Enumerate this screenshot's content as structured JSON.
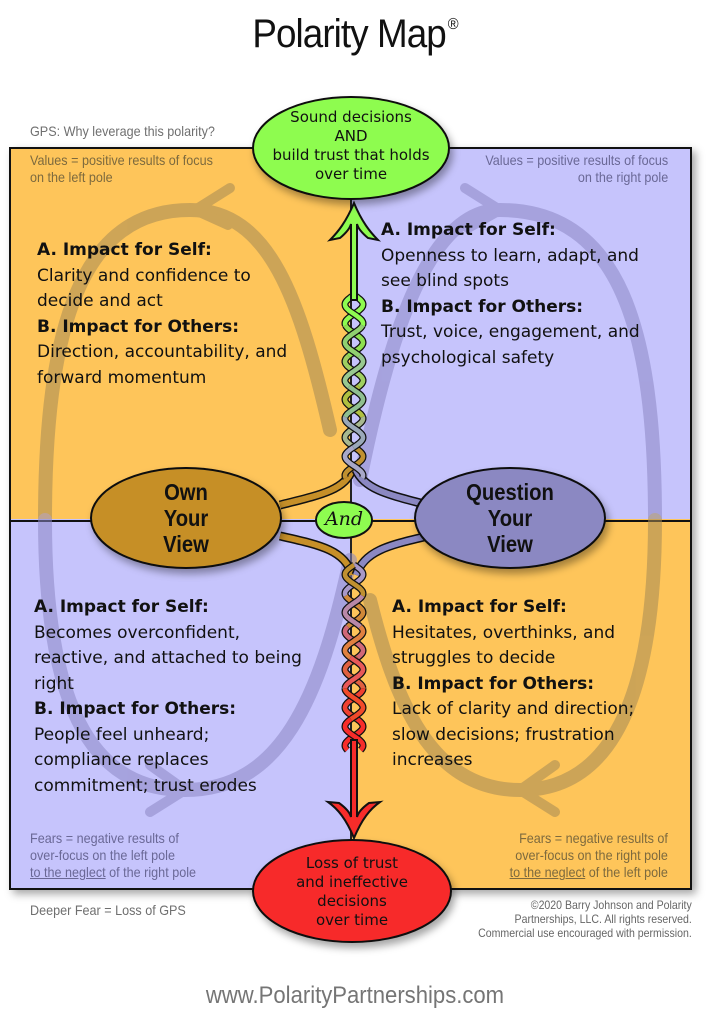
{
  "title": "Polarity Map",
  "title_mark": "®",
  "gps_question": "GPS: Why leverage this polarity?",
  "deeper_fear": "Deeper Fear = Loss of GPS",
  "higher_purpose": {
    "lines": [
      "Sound decisions",
      "AND",
      "build trust that holds",
      "over time"
    ],
    "color": "#8efc50"
  },
  "deeper_fear_oval": {
    "lines": [
      "Loss of trust",
      "and ineffective",
      "decisions",
      "over time"
    ],
    "color": "#f72c2a"
  },
  "connector": "And",
  "left_pole": {
    "lines": [
      "Own",
      "Your",
      "View"
    ],
    "color": "#c68f28"
  },
  "right_pole": {
    "lines": [
      "Question",
      "Your",
      "View"
    ],
    "color": "#8b88c2"
  },
  "quadrants": {
    "top_left": {
      "note": [
        "Values = positive results of focus",
        "on the left pole"
      ],
      "self_heading": "A. Impact for Self:",
      "self_lines": [
        "Clarity and confidence to",
        "decide and act"
      ],
      "others_heading": "B. Impact for Others:",
      "others_lines": [
        "Direction, accountability, and",
        "forward momentum"
      ]
    },
    "top_right": {
      "note": [
        "Values = positive results of focus",
        "on the right pole"
      ],
      "self_heading": "A. Impact for Self:",
      "self_lines": [
        "Openness to learn, adapt, and",
        "see blind spots"
      ],
      "others_heading": "B. Impact for Others:",
      "others_lines": [
        "Trust, voice, engagement, and",
        "psychological safety"
      ]
    },
    "bottom_left": {
      "note": [
        "Fears = negative results of",
        "over-focus on the left pole"
      ],
      "note_underlined": "to the neglect",
      "note_rest": " of the right pole",
      "self_heading": "A. Impact for Self:",
      "self_lines": [
        "Becomes overconfident,",
        "reactive, and attached to being",
        "right"
      ],
      "others_heading": "B. Impact for Others:",
      "others_lines": [
        "People feel unheard;",
        "compliance replaces",
        "commitment; trust erodes"
      ]
    },
    "bottom_right": {
      "note": [
        "Fears = negative results of",
        "over-focus on the right pole"
      ],
      "note_underlined": "to the neglect",
      "note_rest": " of the left pole",
      "self_heading": "A. Impact for Self:",
      "self_lines": [
        "Hesitates, overthinks, and",
        "struggles to decide"
      ],
      "others_heading": "B. Impact for Others:",
      "others_lines": [
        "Lack of clarity and direction;",
        "slow decisions; frustration",
        "increases"
      ]
    }
  },
  "colors": {
    "value_quadrant_left": "#fec55a",
    "value_quadrant_right": "#c6c4fc",
    "loop_left": "#c39a52",
    "loop_right": "#9a98d2"
  },
  "copyright": [
    "©2020 Barry Johnson and Polarity",
    "Partnerships, LLC. All rights reserved.",
    "Commercial use encouraged with permission."
  ],
  "website": "www.PolarityPartnerships.com"
}
